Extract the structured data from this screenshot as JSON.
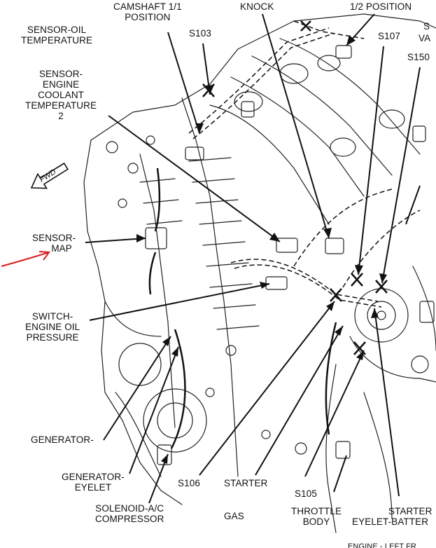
{
  "labels": {
    "camshaft": [
      "CAMSHAFT 1/1",
      "POSITION"
    ],
    "knock": "KNOCK",
    "half_position": "1/2 POSITION",
    "oil_temp": [
      "SENSOR-OIL",
      "TEMPERATURE"
    ],
    "s103": "S103",
    "s107": "S107",
    "s150": "S150",
    "cut_s": "S",
    "cut_va": "VA",
    "coolant": [
      "SENSOR-",
      "ENGINE",
      "COOLANT",
      "TEMPERATURE",
      "2"
    ],
    "fwd": "FWD",
    "map": [
      "SENSOR-",
      "MAP"
    ],
    "oil_pressure": [
      "SWITCH-",
      "ENGINE OIL",
      "PRESSURE"
    ],
    "generator": "GENERATOR-",
    "gen_eyelet": [
      "GENERATOR-",
      "EYELET"
    ],
    "s106": "S106",
    "starter": "STARTER",
    "s105": "S105",
    "solenoid": [
      "SOLENOID-A/C",
      "COMPRESSOR"
    ],
    "gas": "GAS",
    "throttle": [
      "THROTTLE",
      "BODY"
    ],
    "starter_eyelet": [
      "STARTER",
      "EYELET-BATTER"
    ],
    "bottom_cut": "ENGINE - LEFT FR"
  },
  "colors": {
    "line": "#111111",
    "annotation": "#d62020"
  },
  "icons": {
    "fwd_arrow": "fwd-arrow-icon",
    "splice_marks": "splice-x-icon"
  }
}
